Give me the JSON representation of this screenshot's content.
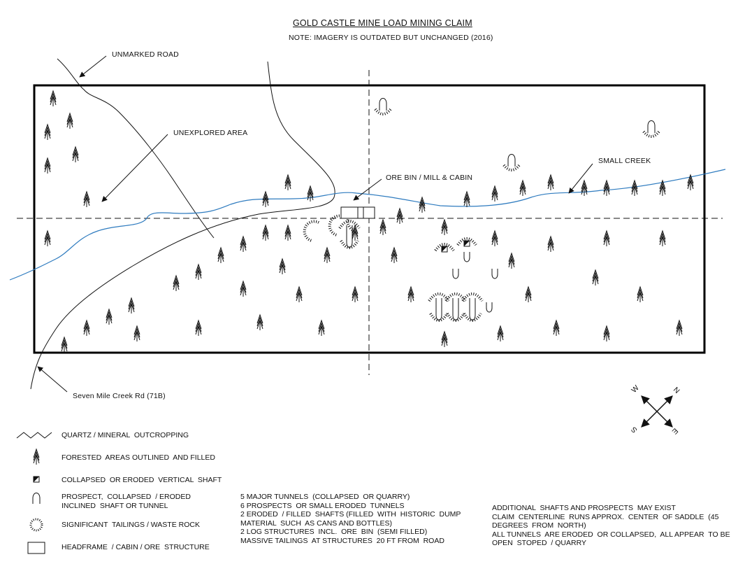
{
  "title": "GOLD CASTLE MINE     LOAD MINING  CLAIM",
  "subtitle": "NOTE:  IMAGERY IS OUTDATED  BUT UNCHANGED  (2016)",
  "colors": {
    "ink": "#111111",
    "creek": "#2e7bbf",
    "background": "#ffffff"
  },
  "map_labels": {
    "unmarked_road": "UNMARKED  ROAD",
    "unexplored_area": "UNEXPLORED  AREA",
    "ore_bin": "ORE  BIN  / MILL  & CABIN",
    "small_creek": "SMALL CREEK",
    "seven_mile_rd": "Seven Mile  Creek Rd  (71B)"
  },
  "compass": {
    "n": "N",
    "e": "E",
    "s": "S",
    "w": "W"
  },
  "legend": [
    {
      "icon": "quartz-outcrop-icon",
      "label": "QUARTZ / MINERAL  OUTCROPPING"
    },
    {
      "icon": "tree-icon",
      "label": "FORESTED  AREAS OUTLINED  AND FILLED"
    },
    {
      "icon": "vertical-shaft-icon",
      "label": "COLLAPSED  OR ERODED  VERTICAL  SHAFT"
    },
    {
      "icon": "prospect-tunnel-icon",
      "label": "PROSPECT,  COLLAPSED  / ERODED\nINCLINED  SHAFT OR TUNNEL"
    },
    {
      "icon": "tailings-icon",
      "label": "SIGNIFICANT  TAILINGS / WASTE ROCK"
    },
    {
      "icon": "structure-icon",
      "label": "HEADFRAME  / CABIN / ORE  STRUCTURE"
    }
  ],
  "summary_notes": "5 MAJOR TUNNELS  (COLLAPSED  OR QUARRY)\n6 PROSPECTS  OR SMALL ERODED  TUNNELS\n2 ERODED  / FILLED  SHAFTS (FILLED  WITH  HISTORIC  DUMP\nMATERIAL  SUCH  AS CANS AND BOTTLES)\n2 LOG STRUCTURES  INCL.  ORE  BIN  (SEMI FILLED)\nMASSIVE TAILINGS  AT STRUCTURES  20 FT FROM  ROAD",
  "additional_notes": "ADDITIONAL  SHAFTS AND PROSPECTS  MAY EXIST\nCLAIM  CENTERLINE  RUNS APPROX.  CENTER  OF SADDLE  (45\nDEGREES  FROM  NORTH)\nALL TUNNELS  ARE ERODED  OR COLLAPSED,  ALL APPEAR  TO BE\nOPEN  STOPED  / QUARRY",
  "trees": [
    [
      76,
      140
    ],
    [
      100,
      172
    ],
    [
      68,
      188
    ],
    [
      108,
      220
    ],
    [
      68,
      236
    ],
    [
      124,
      284
    ],
    [
      380,
      284
    ],
    [
      412,
      260
    ],
    [
      444,
      276
    ],
    [
      68,
      340
    ],
    [
      124,
      468
    ],
    [
      92,
      492
    ],
    [
      156,
      452
    ],
    [
      188,
      436
    ],
    [
      196,
      476
    ],
    [
      252,
      404
    ],
    [
      284,
      388
    ],
    [
      316,
      364
    ],
    [
      348,
      348
    ],
    [
      380,
      332
    ],
    [
      412,
      332
    ],
    [
      348,
      412
    ],
    [
      404,
      380
    ],
    [
      428,
      420
    ],
    [
      372,
      460
    ],
    [
      284,
      468
    ],
    [
      468,
      364
    ],
    [
      508,
      420
    ],
    [
      460,
      468
    ],
    [
      548,
      324
    ],
    [
      572,
      308
    ],
    [
      604,
      292
    ],
    [
      636,
      324
    ],
    [
      564,
      364
    ],
    [
      588,
      420
    ],
    [
      636,
      484
    ],
    [
      668,
      284
    ],
    [
      708,
      276
    ],
    [
      748,
      268
    ],
    [
      788,
      260
    ],
    [
      836,
      268
    ],
    [
      868,
      268
    ],
    [
      908,
      268
    ],
    [
      948,
      268
    ],
    [
      988,
      260
    ],
    [
      708,
      340
    ],
    [
      732,
      372
    ],
    [
      788,
      348
    ],
    [
      868,
      340
    ],
    [
      948,
      340
    ],
    [
      756,
      420
    ],
    [
      852,
      396
    ],
    [
      916,
      420
    ],
    [
      716,
      476
    ],
    [
      796,
      468
    ],
    [
      868,
      476
    ],
    [
      972,
      468
    ],
    [
      508,
      332
    ]
  ],
  "prospects_with_tailings": [
    [
      548,
      148
    ],
    [
      732,
      228
    ],
    [
      932,
      180
    ]
  ],
  "vertical_shafts": [
    [
      636,
      356
    ],
    [
      668,
      348
    ]
  ],
  "tunnels": [
    [
      668,
      368
    ],
    [
      652,
      392
    ],
    [
      708,
      392
    ],
    [
      700,
      440
    ]
  ],
  "major_tunnels": [
    [
      628,
      440
    ],
    [
      652,
      440
    ],
    [
      676,
      440
    ],
    [
      500,
      336
    ]
  ],
  "tailing_rings": [
    [
      452,
      330
    ],
    [
      488,
      322
    ],
    [
      514,
      316
    ]
  ],
  "structures": [
    [
      488,
      296,
      24,
      16
    ],
    [
      512,
      296,
      12,
      16
    ],
    [
      520,
      296,
      16,
      16
    ]
  ]
}
